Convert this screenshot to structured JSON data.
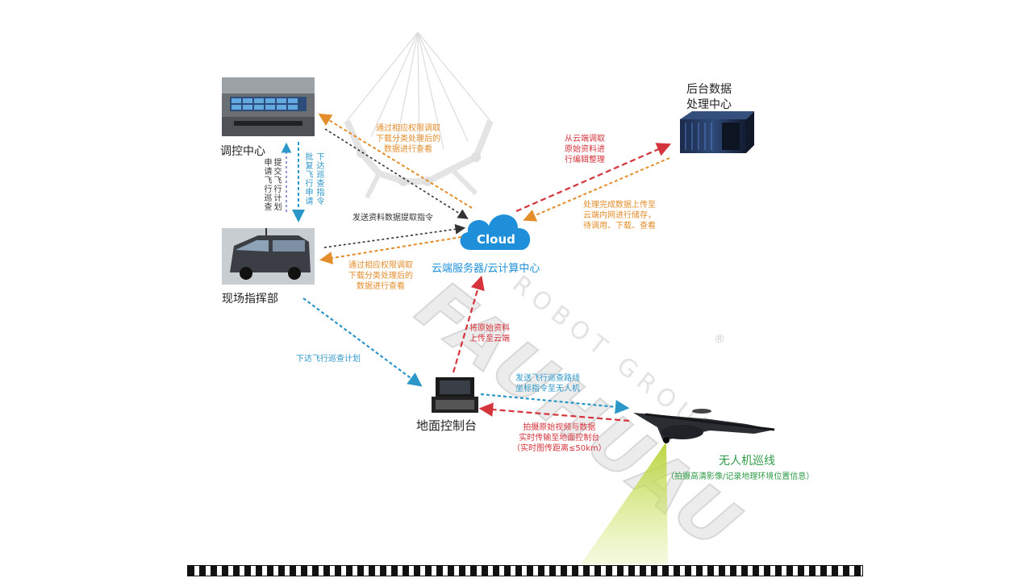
{
  "nodes": {
    "dispatch_center": "调控中心",
    "field_command": "现场指挥部",
    "backend": "后台数据\n处理中心",
    "cloud_badge": "Cloud",
    "cloud_caption": "云端服务器/云计算中心",
    "ground_station": "地面控制台",
    "uav_title": "无人机巡线",
    "uav_sub": "（拍摄高清影像/记录地理环境位置信息）"
  },
  "notes": {
    "top_orange": "通过相应权限调取\n下载分类处理后的\n数据进行查看",
    "red_cloud_backend": "从云端调取\n原始资料进\n行编辑整理",
    "orange_backend_cloud": "处理完成数据上传至\n云端内网进行储存，\n待调用、下载、查看",
    "send_request": "发送资料数据提取指令",
    "bottom_orange": "通过相应权限调取\n下载分类处理后的\n数据进行查看",
    "upload_raw": "将原始资料\n上传至云端",
    "plan_cmd": "下达飞行巡查计划",
    "route_cmd": "发送飞行巡查路线\n坐标指令至无人机",
    "video_feed": "拍摄原始视频与数据\n实时传输至地面控制台\n（实时图传距离≤50km）",
    "vert_apply": "申请飞行巡查",
    "vert_submit": "提交飞行计划",
    "vert_approve": "批复飞行申请",
    "vert_issue": "下达巡查指令"
  },
  "watermark": {
    "brand": "FAUHUAU",
    "sub": "ROBOT GROUP",
    "mark": "®"
  },
  "colors": {
    "orange": "#e38d2b",
    "red": "#d4343c",
    "blue": "#2b96c8",
    "dark": "#333333",
    "green": "#2f9a48",
    "cloud": "#1e8fd8"
  }
}
